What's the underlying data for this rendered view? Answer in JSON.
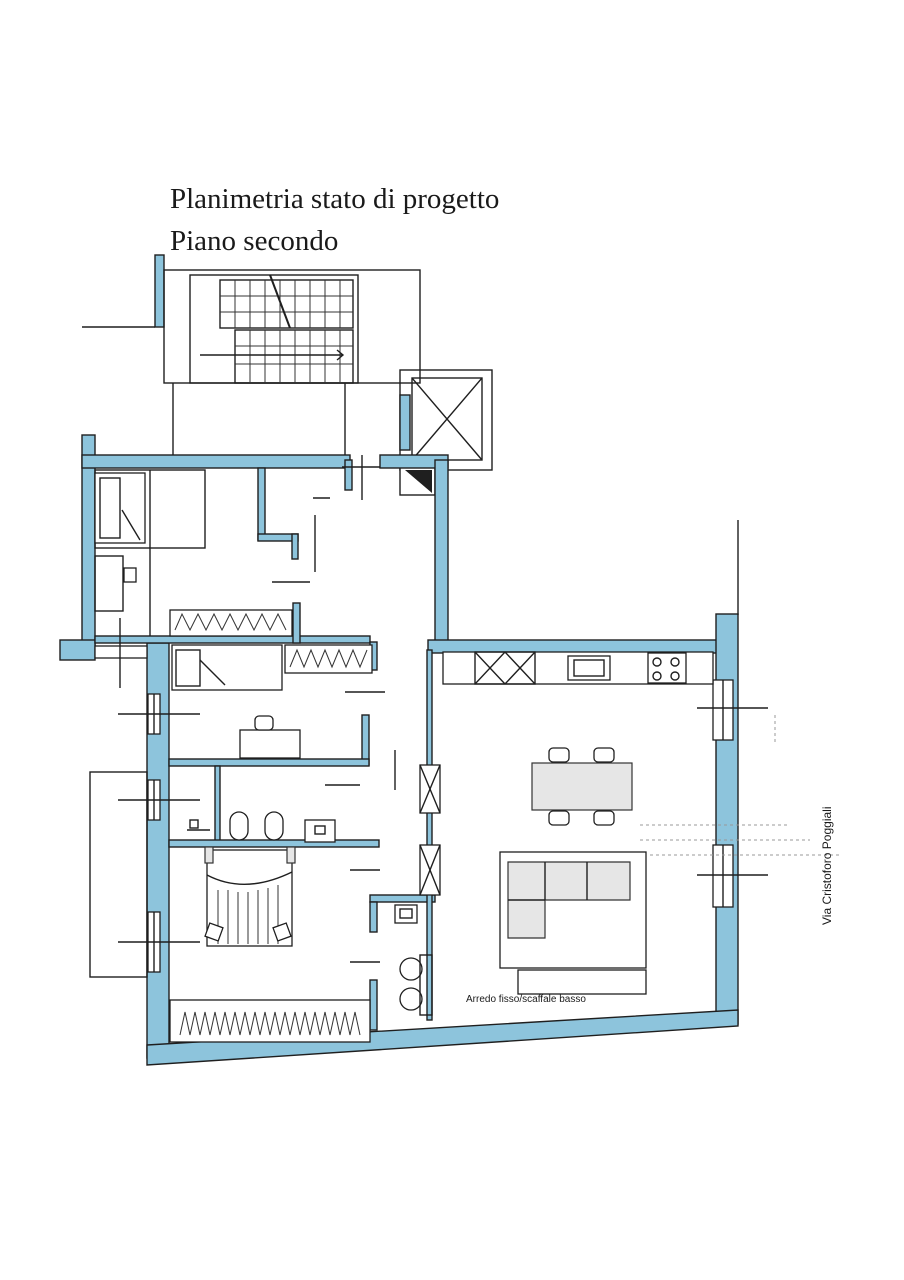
{
  "title": {
    "line1": "Planimetria stato di progetto",
    "line2": "Piano secondo"
  },
  "labels": {
    "furniture_note": "Arredo fisso/scaffale basso",
    "street_name": "Via Cristoforo Poggiali"
  },
  "colors": {
    "wall_fill": "#8dc4dc",
    "line": "#1f1f1f",
    "background": "#ffffff"
  }
}
